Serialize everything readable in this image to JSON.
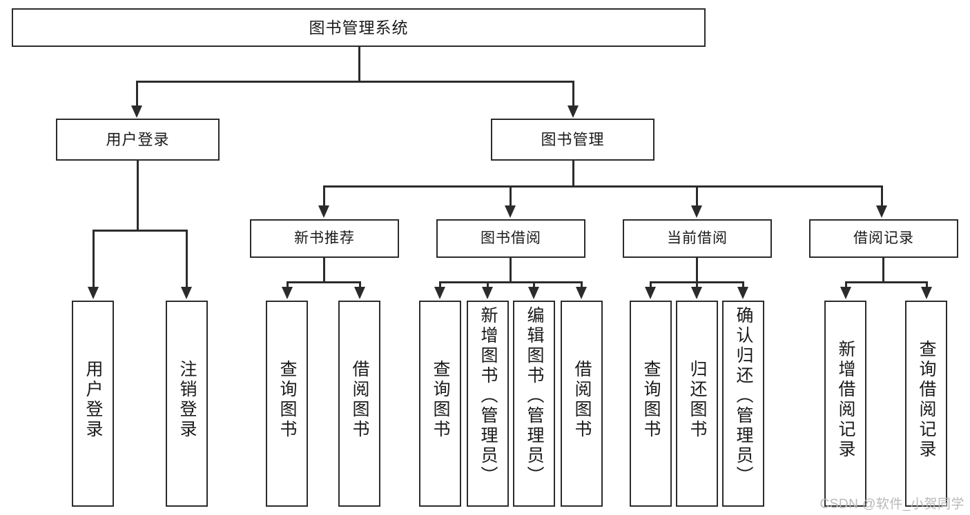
{
  "diagram": {
    "title": "图书管理系统",
    "root": {
      "label": "图书管理系统"
    },
    "level1": [
      {
        "label": "用户登录"
      },
      {
        "label": "图书管理"
      }
    ],
    "level2": [
      {
        "label": "新书推荐"
      },
      {
        "label": "图书借阅"
      },
      {
        "label": "当前借阅"
      },
      {
        "label": "借阅记录"
      }
    ],
    "leaves": {
      "user_login": [
        {
          "label": "用户登录"
        },
        {
          "label": "注销登录"
        }
      ],
      "new_book_recommend": [
        {
          "label": "查询图书"
        },
        {
          "label": "借阅图书"
        }
      ],
      "book_borrow": [
        {
          "label": "查询图书"
        },
        {
          "label": "新增图书（管理员）"
        },
        {
          "label": "编辑图书（管理员）"
        },
        {
          "label": "借阅图书"
        }
      ],
      "current_borrow": [
        {
          "label": "查询图书"
        },
        {
          "label": "归还图书"
        },
        {
          "label": "确认归还（管理员）"
        }
      ],
      "borrow_record": [
        {
          "label": "新增借阅记录"
        },
        {
          "label": "查询借阅记录"
        }
      ]
    }
  },
  "watermark": {
    "text": "CSDN @软件_小贺同学"
  },
  "colors": {
    "stroke": "#2b2b2b",
    "background": "#ffffff",
    "text": "#1a1a1a",
    "watermark": "#b8b8b8"
  }
}
